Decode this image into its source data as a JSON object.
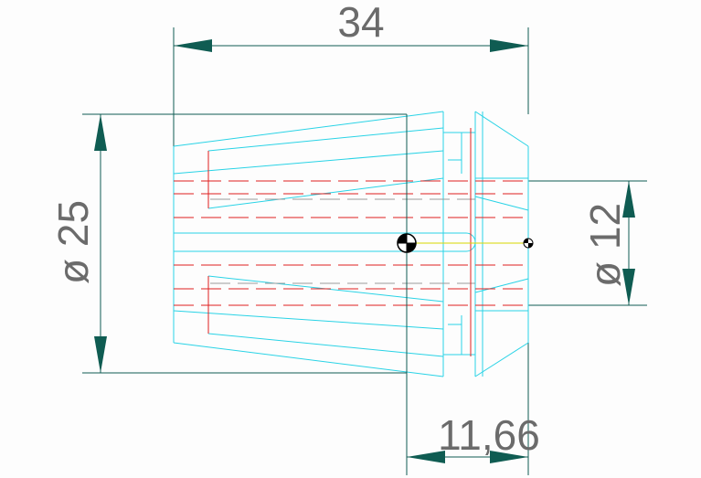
{
  "drawing": {
    "dimensions": {
      "overall_length": "34",
      "outer_diameter": "ø 25",
      "bore_diameter": "ø 12",
      "offset": "11,66"
    },
    "colors": {
      "background": "#fdfdfd",
      "outline": "#29d3e6",
      "hidden": "#e02020",
      "centerline": "#d8d800",
      "dimension": "#0f5c52",
      "dimension_text": "#6b6b6b",
      "hidden_alt": "#9a9a9a"
    }
  }
}
